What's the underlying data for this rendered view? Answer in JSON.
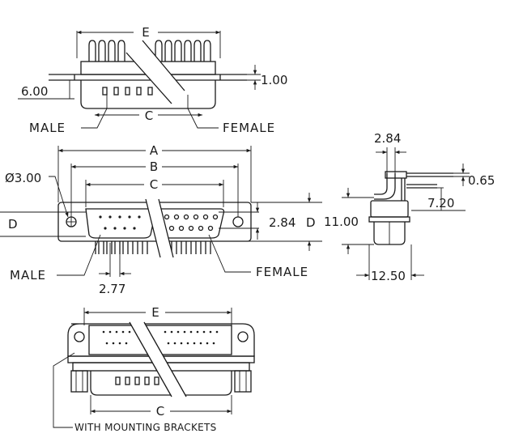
{
  "top_view": {
    "dim_e": "E",
    "dim_c": "C",
    "dim_left": "6.00",
    "dim_right": "1.00",
    "label_male": "MALE",
    "label_female": "FEMALE"
  },
  "front_view": {
    "dim_a": "A",
    "dim_b": "B",
    "dim_c": "C",
    "dim_hole": "Ø3.00",
    "dim_d_left": "D",
    "dim_d_right": "D",
    "dim_pitch_v": "2.84",
    "dim_pitch_h": "2.77",
    "label_male": "MALE",
    "label_female": "FEMALE"
  },
  "side_view": {
    "dim_top": "2.84",
    "dim_pin": "0.65",
    "dim_offset": "7.20",
    "dim_height": "11.00",
    "dim_depth": "12.50"
  },
  "bracket_view": {
    "dim_e": "E",
    "dim_c": "C",
    "label": "WITH MOUNTING BRACKETS"
  }
}
